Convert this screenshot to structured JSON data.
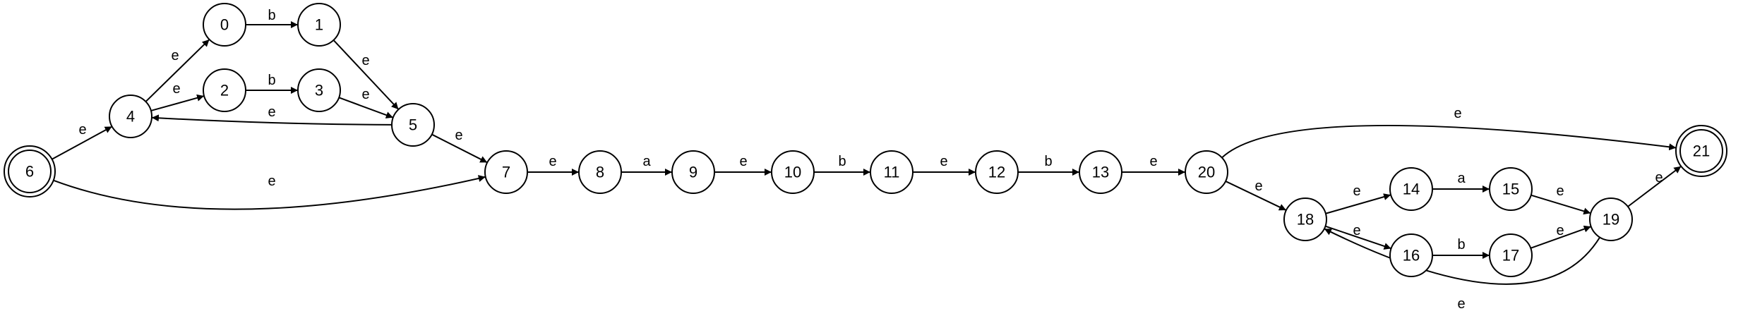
{
  "nodes": [
    {
      "id": "0",
      "label": "0"
    },
    {
      "id": "1",
      "label": "1"
    },
    {
      "id": "2",
      "label": "2"
    },
    {
      "id": "3",
      "label": "3"
    },
    {
      "id": "4",
      "label": "4"
    },
    {
      "id": "5",
      "label": "5"
    },
    {
      "id": "6",
      "label": "6",
      "accepting": true
    },
    {
      "id": "7",
      "label": "7"
    },
    {
      "id": "8",
      "label": "8"
    },
    {
      "id": "9",
      "label": "9"
    },
    {
      "id": "10",
      "label": "10"
    },
    {
      "id": "11",
      "label": "11"
    },
    {
      "id": "12",
      "label": "12"
    },
    {
      "id": "13",
      "label": "13"
    },
    {
      "id": "14",
      "label": "14"
    },
    {
      "id": "15",
      "label": "15"
    },
    {
      "id": "16",
      "label": "16"
    },
    {
      "id": "17",
      "label": "17"
    },
    {
      "id": "18",
      "label": "18"
    },
    {
      "id": "19",
      "label": "19"
    },
    {
      "id": "20",
      "label": "20"
    },
    {
      "id": "21",
      "label": "21",
      "accepting": true
    }
  ],
  "edges": [
    {
      "from": "0",
      "to": "1",
      "label": "b"
    },
    {
      "from": "1",
      "to": "5",
      "label": "e"
    },
    {
      "from": "4",
      "to": "0",
      "label": "e"
    },
    {
      "from": "4",
      "to": "2",
      "label": "e"
    },
    {
      "from": "2",
      "to": "3",
      "label": "b"
    },
    {
      "from": "3",
      "to": "5",
      "label": "e"
    },
    {
      "from": "5",
      "to": "4",
      "label": "e"
    },
    {
      "from": "6",
      "to": "4",
      "label": "e"
    },
    {
      "from": "6",
      "to": "7",
      "label": "e"
    },
    {
      "from": "5",
      "to": "7",
      "label": "e"
    },
    {
      "from": "7",
      "to": "8",
      "label": "e"
    },
    {
      "from": "8",
      "to": "9",
      "label": "a"
    },
    {
      "from": "9",
      "to": "10",
      "label": "e"
    },
    {
      "from": "10",
      "to": "11",
      "label": "b"
    },
    {
      "from": "11",
      "to": "12",
      "label": "e"
    },
    {
      "from": "12",
      "to": "13",
      "label": "b"
    },
    {
      "from": "13",
      "to": "20",
      "label": "e"
    },
    {
      "from": "20",
      "to": "21",
      "label": "e"
    },
    {
      "from": "20",
      "to": "18",
      "label": "e"
    },
    {
      "from": "18",
      "to": "14",
      "label": "e"
    },
    {
      "from": "18",
      "to": "16",
      "label": "e"
    },
    {
      "from": "14",
      "to": "15",
      "label": "a"
    },
    {
      "from": "16",
      "to": "17",
      "label": "b"
    },
    {
      "from": "15",
      "to": "19",
      "label": "e"
    },
    {
      "from": "17",
      "to": "19",
      "label": "e"
    },
    {
      "from": "19",
      "to": "21",
      "label": "e"
    },
    {
      "from": "19",
      "to": "18",
      "label": "e"
    }
  ]
}
